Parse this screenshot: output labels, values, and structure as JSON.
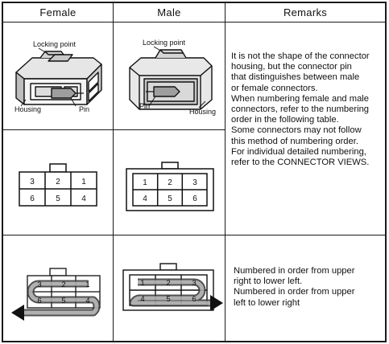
{
  "header": {
    "col1": "Female",
    "col2": "Male",
    "col3": "Remarks"
  },
  "row1": {
    "female": {
      "locking_point": "Locking point",
      "housing": "Housing",
      "pin": "Pin"
    },
    "male": {
      "locking_point": "Locking point",
      "pin": "Pin",
      "housing": "Housing"
    }
  },
  "remarks_main": [
    "It is not the shape of the connector",
    "housing, but the connector pin",
    "that distinguishes between male",
    "or female connectors.",
    "When numbering female and male",
    "connectors, refer to the numbering",
    "order in the following table.",
    "Some connectors may not follow",
    "this method of numbering order.",
    "For individual detailed numbering,",
    "refer to the CONNECTOR VIEWS."
  ],
  "row2": {
    "female_pins": [
      "3",
      "2",
      "1",
      "6",
      "5",
      "4"
    ],
    "male_pins": [
      "1",
      "2",
      "3",
      "4",
      "5",
      "6"
    ]
  },
  "row3": {
    "female_pins": [
      "3",
      "2",
      "1",
      "6",
      "5",
      "4"
    ],
    "male_pins": [
      "1",
      "2",
      "3",
      "4",
      "5",
      "6"
    ],
    "remarks": [
      "Numbered in order from upper",
      "right to lower left.",
      "Numbered in order from upper",
      "left to lower right"
    ]
  }
}
